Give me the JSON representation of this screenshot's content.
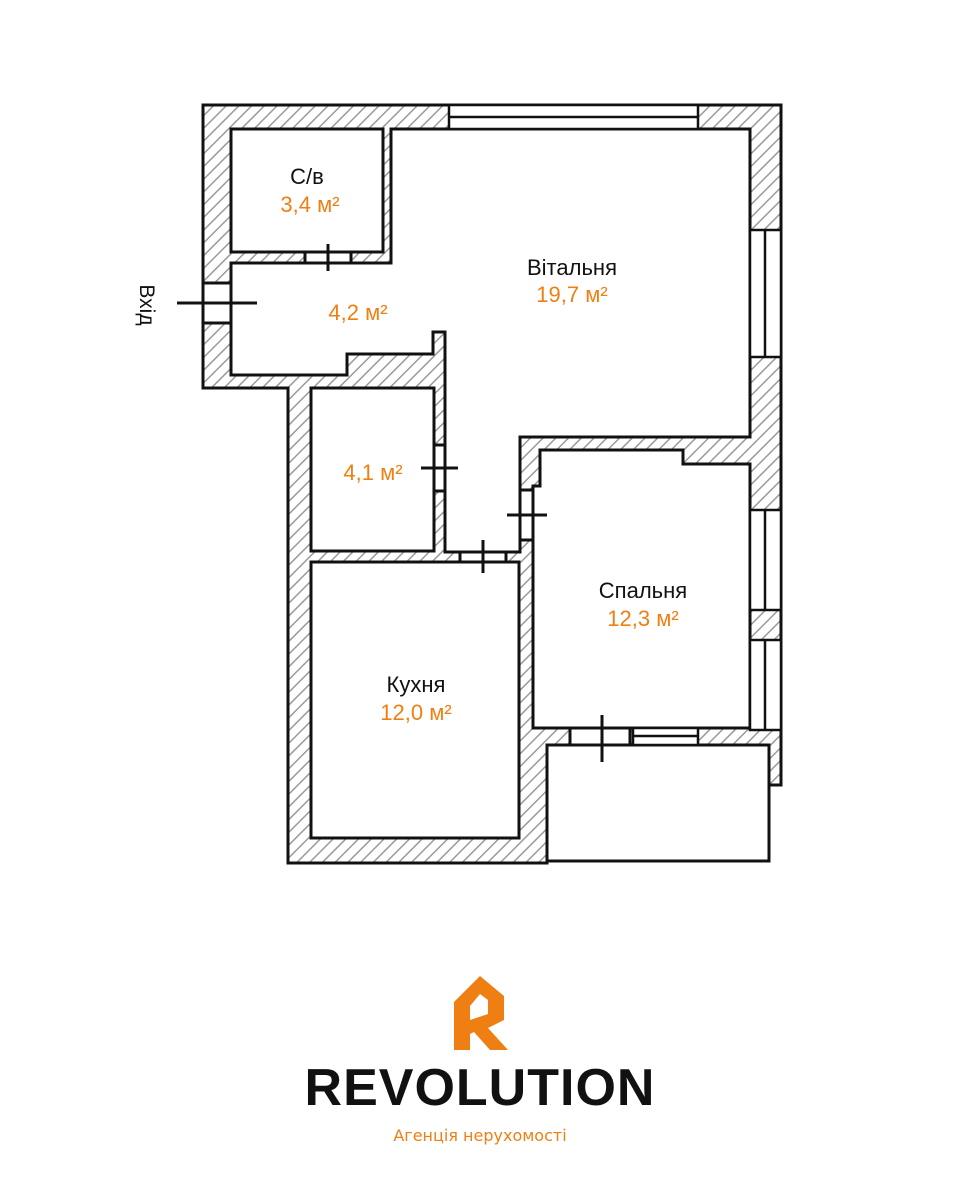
{
  "colors": {
    "accent": "#f07f13",
    "wall_outline": "#111111",
    "hatch": "#9a9a9a"
  },
  "plan": {
    "entry_label": "Вхід",
    "rooms": [
      {
        "id": "bathroom",
        "name": "С/в",
        "area": "3,4 м²"
      },
      {
        "id": "hallway",
        "name": "",
        "area": "4,2 м²"
      },
      {
        "id": "living",
        "name": "Вітальня",
        "area": "19,7 м²"
      },
      {
        "id": "storage",
        "name": "",
        "area": "4,1 м²"
      },
      {
        "id": "bedroom",
        "name": "Спальня",
        "area": "12,3 м²"
      },
      {
        "id": "kitchen",
        "name": "Кухня",
        "area": "12,0 м²"
      }
    ]
  },
  "brand": {
    "logo_icon": "orange-house-r-logo",
    "name": "REVOLUTION",
    "tagline": "Агенція нерухомості"
  }
}
